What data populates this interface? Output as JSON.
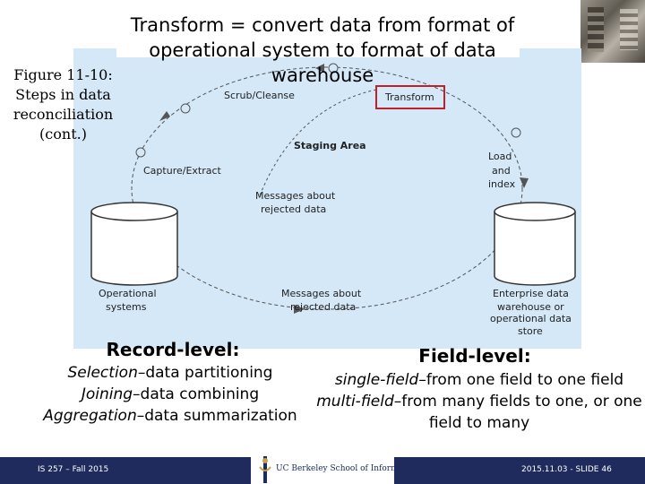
{
  "title": "Transform = convert data from format of operational system to format of data warehouse",
  "caption": "Figure 11-10: Steps in data reconciliation (cont.)",
  "diagram": {
    "scrub_cleanse": "Scrub/Cleanse",
    "transform": "Transform",
    "staging_area": "Staging Area",
    "capture_extract": "Capture/Extract",
    "load_line1": "Load",
    "load_line2": "and",
    "load_line3": "index",
    "messages_rejected_1_line1": "Messages about",
    "messages_rejected_1_line2": "rejected data",
    "operational_line1": "Operational",
    "operational_line2": "systems",
    "messages_rejected_2_line1": "Messages about",
    "messages_rejected_2_line2": "rejected data",
    "enterprise_line1": "Enterprise data",
    "enterprise_line2": "warehouse or",
    "enterprise_line3": "operational data",
    "enterprise_line4": "store",
    "highlight_color": "#c0202a"
  },
  "record_level": {
    "heading": "Record-level:",
    "items": [
      {
        "term": "Selection",
        "desc": "–data partitioning"
      },
      {
        "term": "Joining",
        "desc": "–data combining"
      },
      {
        "term": "Aggregation",
        "desc": "–data summarization"
      }
    ]
  },
  "field_level": {
    "heading": "Field-level:",
    "items": [
      {
        "term": "single-field",
        "desc": "–from one field to one field"
      },
      {
        "term": "multi-field",
        "desc": "–from many fields to one, or one field to many"
      }
    ]
  },
  "footer": {
    "left": "IS 257 – Fall 2015",
    "logo_text": "UC Berkeley School of Information",
    "right": "2015.11.03 - SLIDE 46"
  }
}
